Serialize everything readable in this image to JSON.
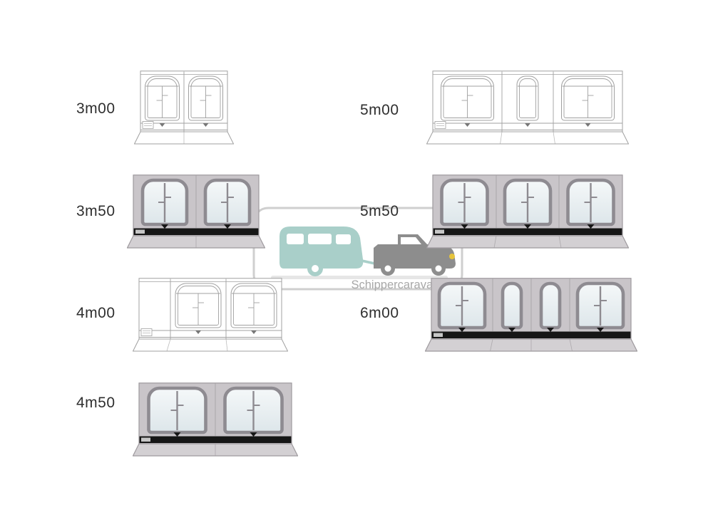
{
  "watermark": {
    "text": "Schippercaravans.nl"
  },
  "colors": {
    "label": "#2f2f2f",
    "fabric": "#c9c5c9",
    "fabric_edge": "#9e9a9e",
    "skirt": "#d3d0d3",
    "stripe": "#161616",
    "outline": "#a0a0a0",
    "frame": "#8e8b91",
    "glass_top": "#f5f8f9",
    "glass_bottom": "#dde6ea",
    "watermark_caravan": "#a9cfc9",
    "watermark_truck": "#8d8d8d",
    "watermark_line": "#cfcfcf",
    "watermark_text": "#a8a8a8",
    "watermark_headlight": "#e6c43c"
  },
  "items": [
    {
      "label": "3m00",
      "style": "outline",
      "wideW": 48,
      "narrowW": 26,
      "panels": [
        {
          "w": 61,
          "window": "wide"
        },
        {
          "w": 61,
          "window": "wide"
        }
      ]
    },
    {
      "label": "3m50",
      "style": "filled",
      "wideW": 62,
      "narrowW": 26,
      "panels": [
        {
          "w": 88,
          "window": "wide"
        },
        {
          "w": 88,
          "window": "wide"
        }
      ]
    },
    {
      "label": "4m00",
      "style": "outline",
      "wideW": 64,
      "narrowW": 26,
      "panels": [
        {
          "w": 44,
          "window": null
        },
        {
          "w": 78,
          "window": "wide"
        },
        {
          "w": 78,
          "window": "wide"
        }
      ]
    },
    {
      "label": "4m50",
      "style": "filled",
      "wideW": 80,
      "narrowW": 26,
      "panels": [
        {
          "w": 107,
          "window": "wide"
        },
        {
          "w": 107,
          "window": "wide"
        }
      ]
    },
    {
      "label": "5m00",
      "style": "outline",
      "wideW": 74,
      "narrowW": 30,
      "panels": [
        {
          "w": 97,
          "window": "wide"
        },
        {
          "w": 72,
          "window": "narrow"
        },
        {
          "w": 97,
          "window": "wide"
        }
      ]
    },
    {
      "label": "5m50",
      "style": "filled",
      "wideW": 64,
      "narrowW": 26,
      "panels": [
        {
          "w": 89,
          "window": "wide"
        },
        {
          "w": 88,
          "window": "wide"
        },
        {
          "w": 89,
          "window": "wide"
        }
      ]
    },
    {
      "label": "6m00",
      "style": "filled",
      "wideW": 64,
      "narrowW": 26,
      "panels": [
        {
          "w": 86,
          "window": "wide"
        },
        {
          "w": 54,
          "window": "narrow"
        },
        {
          "w": 54,
          "window": "narrow"
        },
        {
          "w": 86,
          "window": "wide"
        }
      ]
    }
  ]
}
